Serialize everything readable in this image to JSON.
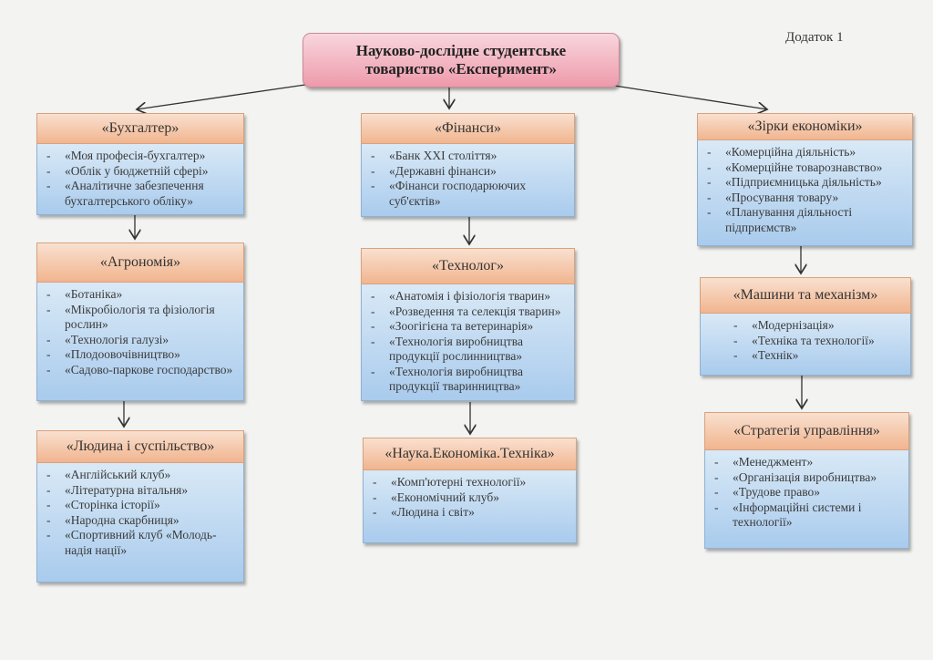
{
  "title": {
    "line1": "Науково-дослідне студентське",
    "line2": "товариство «Експеримент»"
  },
  "appendix": "Додаток 1",
  "boxes": [
    {
      "title": "«Бухгалтер»",
      "items": [
        "«Моя професія-бухгалтер»",
        "«Облік у бюджетній сфері»",
        "«Аналітичне забезпечення бухгалтерського обліку»"
      ]
    },
    {
      "title": "«Агрономія»",
      "items": [
        "«Ботаніка»",
        "«Мікробіологія та фізіологія рослин»",
        "«Технологія галузі»",
        "«Плодоовочівництво»",
        "«Садово-паркове господарство»"
      ]
    },
    {
      "title": "«Людина і суспільство»",
      "items": [
        "«Англійський клуб»",
        "«Літературна вітальня»",
        "«Сторінка історії»",
        "«Народна скарбниця»",
        "«Спортивний клуб «Молодь-надія нації»"
      ]
    },
    {
      "title": "«Фінанси»",
      "items": [
        "«Банк XXI століття»",
        "«Державні фінанси»",
        "«Фінанси господарюючих суб'єктів»"
      ]
    },
    {
      "title": "«Технолог»",
      "items": [
        "«Анатомія і фізіологія тварин»",
        "«Розведення та селекція тварин»",
        "«Зоогігієна та ветеринарія»",
        "«Технологія виробництва продукції рослинництва»",
        "«Технологія виробництва продукції тваринництва»"
      ]
    },
    {
      "title": "«Наука.Економіка.Техніка»",
      "items": [
        "«Комп'ютерні технології»",
        "«Економічний клуб»",
        "«Людина і світ»"
      ]
    },
    {
      "title": "«Зірки економіки»",
      "items": [
        "«Комерційна діяльність»",
        "«Комерційне товарознавство»",
        "«Підприємницька діяльність»",
        "«Просування товару»",
        "«Планування діяльності підприємств»"
      ]
    },
    {
      "title": "«Машини та механізм»",
      "items": [
        "«Модернізація»",
        "«Техніка та технології»",
        "«Технік»"
      ]
    },
    {
      "title": "«Стратегія управління»",
      "items": [
        "«Менеджмент»",
        "«Організація виробництва»",
        "«Трудове право»",
        "«Інформаційні системи і технології»"
      ]
    }
  ]
}
